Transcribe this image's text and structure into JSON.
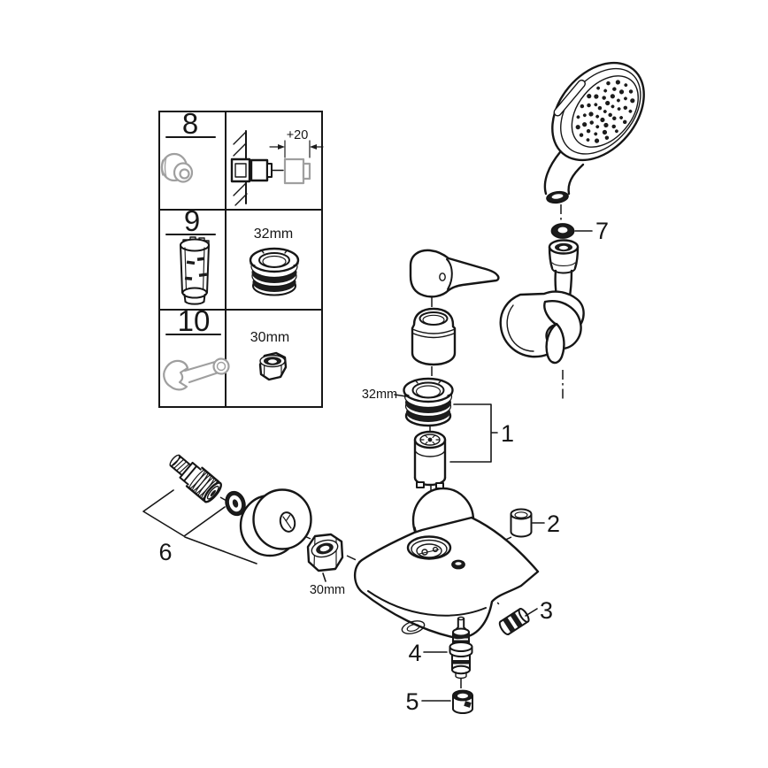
{
  "colors": {
    "ink": "#161616",
    "muted": "#9f9f9f",
    "dark": "#1c1c1c",
    "background": "#ffffff"
  },
  "parts_table": {
    "rows": [
      {
        "number": "8",
        "detail_label": "+20",
        "item": "extension-union"
      },
      {
        "number": "9",
        "detail_label": "32mm",
        "item": "mounting-sleeve"
      },
      {
        "number": "10",
        "detail_label": "30mm",
        "item": "open-end-wrench"
      }
    ]
  },
  "diagram": {
    "callouts": [
      {
        "label": "1",
        "part": "cartridge-with-nut"
      },
      {
        "label": "2",
        "part": "plug"
      },
      {
        "label": "3",
        "part": "screw-plug"
      },
      {
        "label": "4",
        "part": "diverter"
      },
      {
        "label": "5",
        "part": "diverter-bushing"
      },
      {
        "label": "6",
        "part": "s-union-set"
      },
      {
        "label": "7",
        "part": "hose-washer"
      }
    ],
    "size_annotations": [
      {
        "text": "32mm",
        "target": "cartridge-nut"
      },
      {
        "text": "30mm",
        "target": "union-nut"
      }
    ]
  }
}
